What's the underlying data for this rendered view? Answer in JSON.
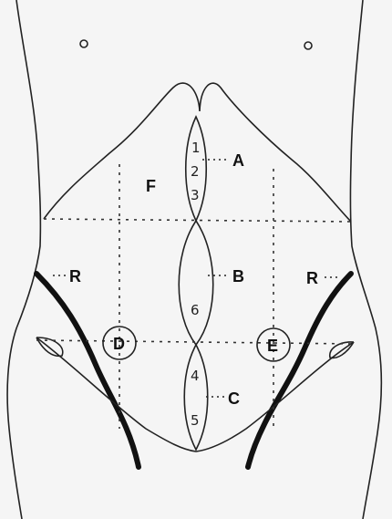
{
  "labels": {
    "a": "A",
    "b": "B",
    "c": "C",
    "d": "D",
    "e": "E",
    "f": "F",
    "r_left": "R",
    "r_right": "R"
  },
  "segment_numbers": {
    "n1": "1",
    "n2": "2",
    "n3": "3",
    "n6": "6",
    "n4": "4",
    "n5": "5"
  }
}
